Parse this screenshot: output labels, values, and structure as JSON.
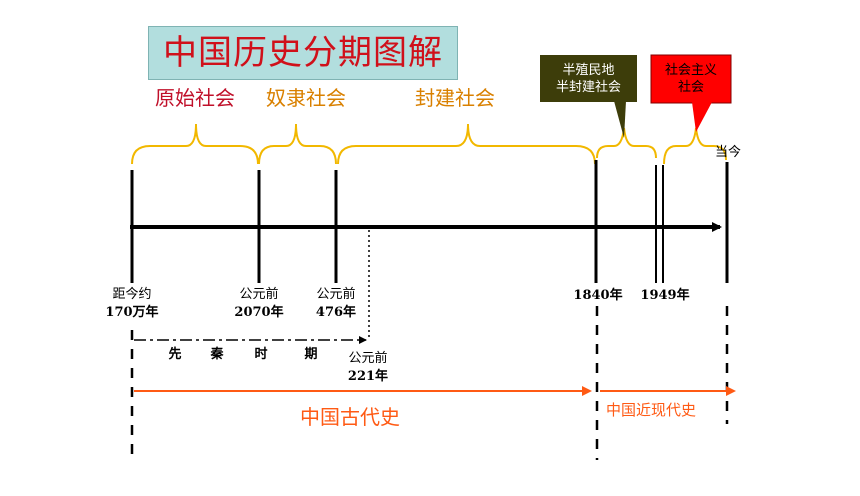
{
  "title": "中国历史分期图解",
  "periods": {
    "primitive": "原始社会",
    "slave": "奴隶社会",
    "feudal": "封建社会"
  },
  "callouts": {
    "semicolonial_line1": "半殖民地",
    "semicolonial_line2": "半封建社会",
    "socialist_line1": "社会主义",
    "socialist_line2": "社会"
  },
  "labels": {
    "now": "当今",
    "t1_line1": "距今约",
    "t1_line2": "170万年",
    "t2_line1": "公元前",
    "t2_line2": "2070年",
    "t3_line1": "公元前",
    "t3_line2": "476年",
    "t4": "1840年",
    "t5": "1949年",
    "qin_chars": [
      "先",
      "秦",
      "时",
      "期"
    ],
    "t6_line1": "公元前",
    "t6_line2": "221年"
  },
  "eras": {
    "ancient": "中国古代史",
    "modern": "中国近现代史"
  },
  "colors": {
    "title_bg": "#b2dede",
    "title_text": "#d0101a",
    "primitive": "#c0102a",
    "period": "#d98000",
    "brace": "#f2b800",
    "callout_dark": "#3d3d0a",
    "callout_red": "#ff0000",
    "era_arrow": "#ff5a14"
  }
}
